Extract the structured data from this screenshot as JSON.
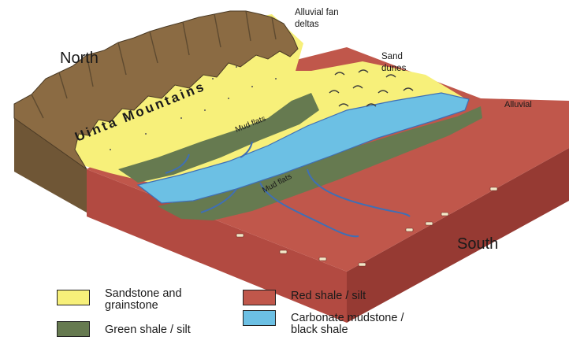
{
  "labels": {
    "north": "North",
    "south": "South",
    "mountains": "Uinta Mountains",
    "alluvial_fan": "Alluvial fan deltas",
    "sand_dunes": "Sand dunes",
    "alluvial": "Alluvial",
    "mud_flats_upper": "Mud flats",
    "mud_flats_lower": "Mud flats"
  },
  "legend": [
    {
      "label": "Sandstone and grainstone",
      "color": "#f7f07a"
    },
    {
      "label": "Red shale / silt",
      "color": "#c0574b"
    },
    {
      "label": "Green shale / silt",
      "color": "#667a50"
    },
    {
      "label": "Carbonate mudstone / black shale",
      "color": "#6cc0e4"
    }
  ],
  "colors": {
    "mountain": "#8b6b43",
    "mountain_dark": "#5e4a30",
    "red_top": "#c0574b",
    "red_front": "#b0443e",
    "red_side": "#8f3530",
    "sand": "#f7f07a",
    "green": "#667a50",
    "water": "#6cc0e4",
    "river": "#3f6fb5"
  }
}
